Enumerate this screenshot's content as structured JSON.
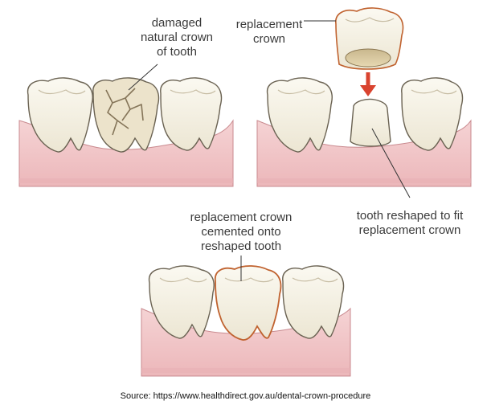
{
  "labels": {
    "damaged": "damaged\nnatural crown\nof tooth",
    "replacement": "replacement\ncrown",
    "reshaped": "tooth reshaped to fit\nreplacement crown",
    "cemented": "replacement crown\ncemented onto\nreshaped tooth"
  },
  "source": "Source: https://www.healthdirect.gov.au/dental-crown-procedure",
  "colors": {
    "gum": "#f2c6c8",
    "gum_dark": "#e3a2a7",
    "gum_outline": "#b87378",
    "tooth": "#f8f5ea",
    "tooth_shade": "#e6e0ce",
    "outline": "#5a5246",
    "crown_edge": "#c0622f",
    "crack": "#8a7b64",
    "arrow": "#d9432f",
    "leader": "#333333"
  }
}
